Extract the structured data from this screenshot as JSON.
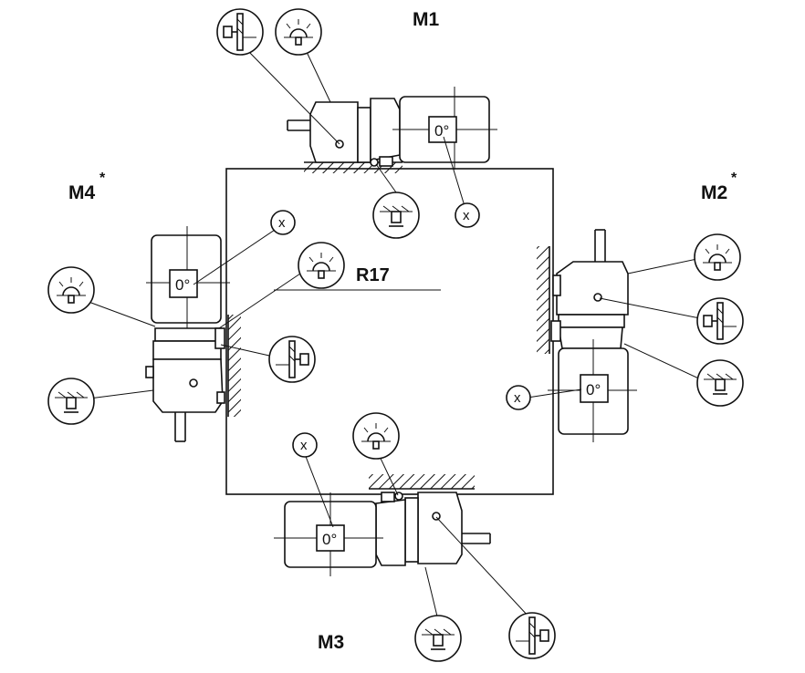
{
  "labels": {
    "m1": "M1",
    "m2": "M2",
    "m3": "M3",
    "m4": "M4",
    "m2_star": "*",
    "m4_star": "*",
    "model": "R17"
  },
  "symbols": {
    "vent": "x",
    "angle": "0°"
  },
  "icons": [
    "oil-drain-icon",
    "oil-level-icon",
    "breather-icon",
    "vent-plug-icon",
    "hatch-mounting-surface"
  ]
}
